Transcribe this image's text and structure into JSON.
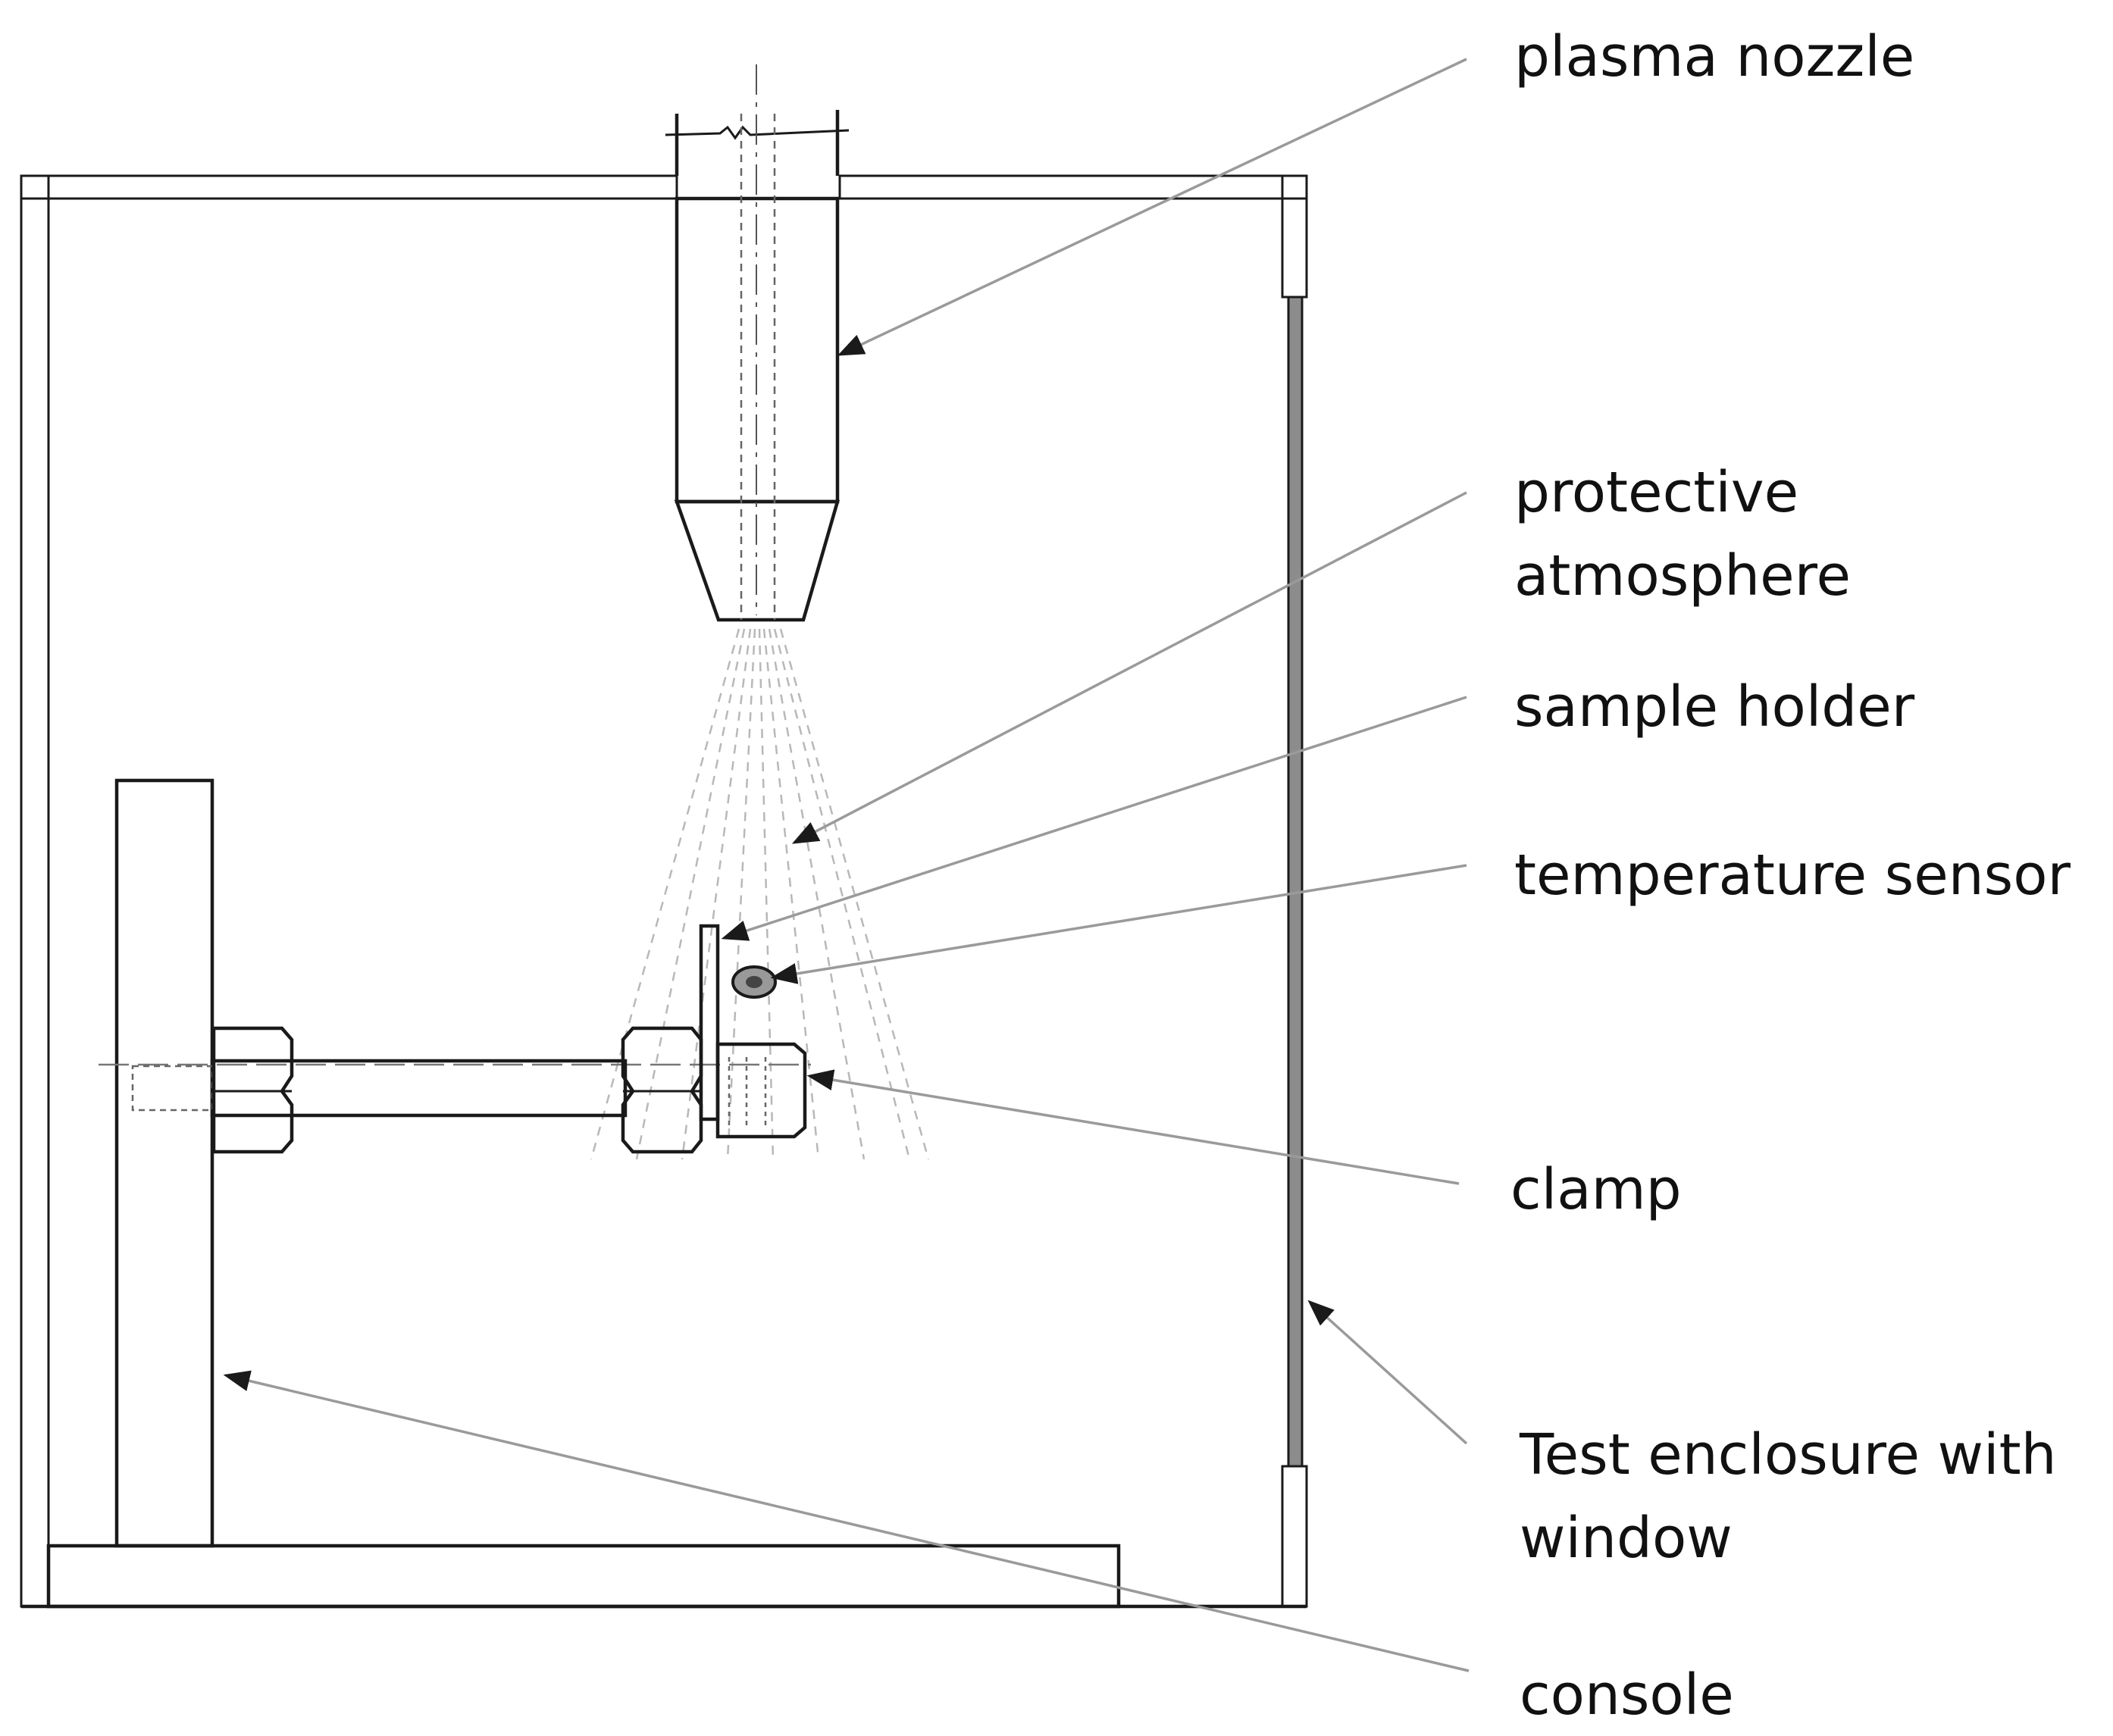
{
  "labels": {
    "plasma_nozzle": "plasma nozzle",
    "protective_atmosphere_line1": "protective",
    "protective_atmosphere_line2": "atmosphere",
    "sample_holder": "sample holder",
    "temperature_sensor": "temperature sensor",
    "clamp": "clamp",
    "test_enclosure_line1": "Test enclosure with",
    "test_enclosure_line2": "window",
    "console": "console"
  },
  "colors": {
    "line": "#1a1a1a",
    "leader": "#9a9a9a",
    "spray": "#b8b8b8",
    "hatch": "#555555",
    "window": "#8c8c8c"
  }
}
